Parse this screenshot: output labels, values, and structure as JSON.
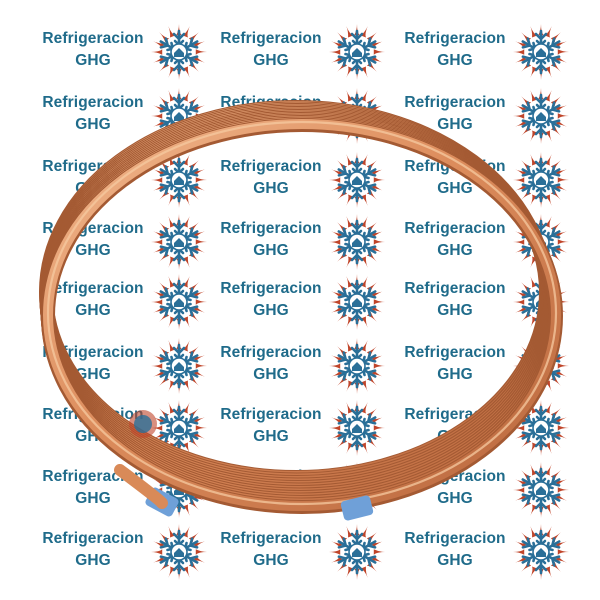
{
  "watermark": {
    "brand_line1": "Refrigeracion",
    "brand_line2": "GHG",
    "logo_icon": "snowflake-sun-house-icon",
    "colors": {
      "text": "#1f6b8a",
      "flake": "#2a6f98",
      "rays": "#c0452a"
    }
  },
  "product": {
    "item": "copper-tube-coil",
    "colors": {
      "copper": "#d9895a",
      "copper_highlight": "#f6c9a0",
      "copper_shadow": "#a45a33",
      "end_cap": "#6fa0d8"
    }
  }
}
